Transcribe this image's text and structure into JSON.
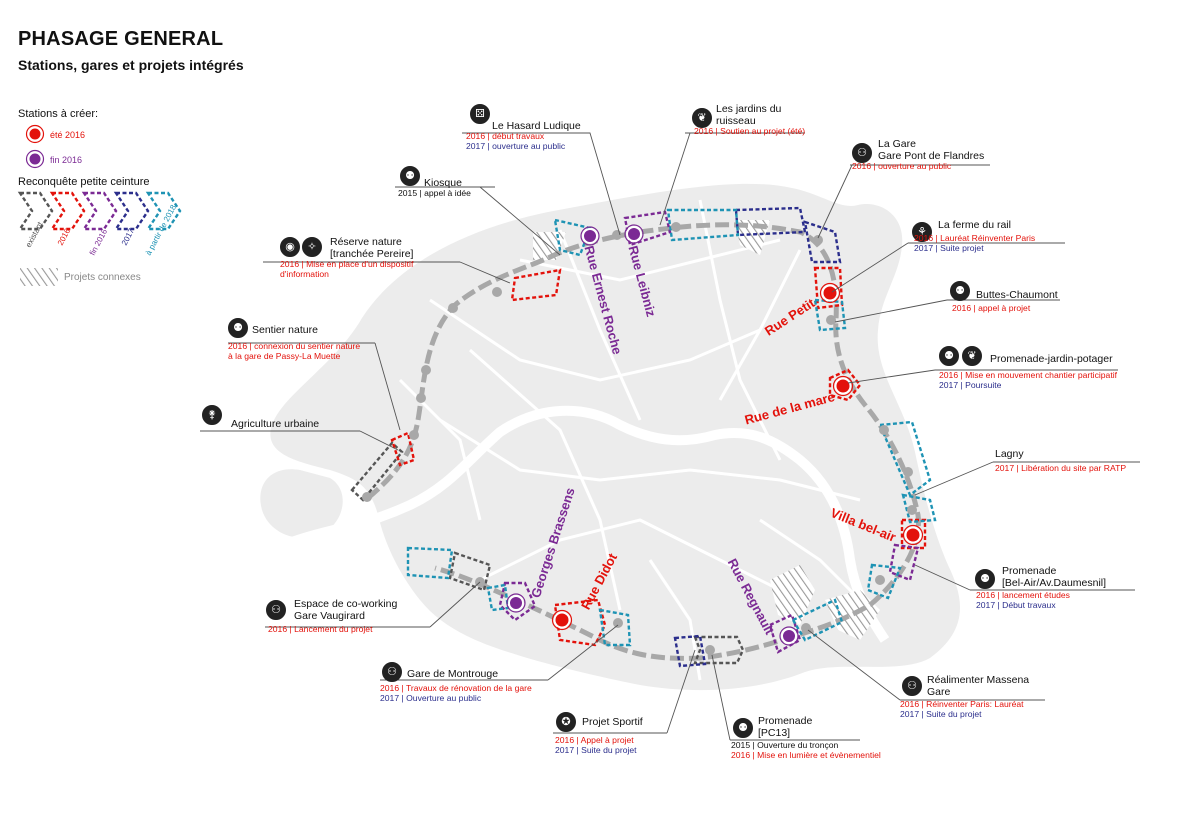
{
  "header": {
    "title": "PHASAGE GENERAL",
    "subtitle": "Stations, gares et projets intégrés"
  },
  "legend": {
    "stations_title": "Stations à créer:",
    "station_ete": "été 2016",
    "station_fin": "fin 2016",
    "ceinture_title": "Reconquête petite ceinture",
    "chev_existant": "existant",
    "chev_2016": "2016",
    "chev_fin2016": "fin 2016",
    "chev_2017": "2017",
    "chev_2018": "à partir de 2018",
    "connexes": "Projets connexes",
    "colors": {
      "existant": "#555555",
      "ete2016": "#e3120b",
      "fin2016": "#7b2a94",
      "y2017": "#2b2e8c",
      "y2018": "#1e93b4"
    }
  },
  "streets": {
    "ernest": "Rue Ernest Roche",
    "leibniz": "Rue Leibniz",
    "petit": "Rue Petit",
    "mare": "Rue de la mare",
    "villa": "Villa bel-air",
    "brassens": "Georges Brassens",
    "didot": "Rue Didot",
    "regnault": "Rue Regnault"
  },
  "projects": {
    "hasard": {
      "name": "Le Hasard Ludique",
      "l1": "2016 | début travaux",
      "l2": "2017 | ouverture au public"
    },
    "jardins": {
      "name1": "Les jardins du",
      "name2": "ruisseau",
      "l1": "2016 | Soutien au projet (été)"
    },
    "gare_pf": {
      "name1": "La Gare",
      "name2": "Gare Pont de Flandres",
      "l1": "2016 | ouverture au public"
    },
    "kiosque": {
      "name": "Kiosque",
      "l1": "2015 | appel à idée"
    },
    "reserve": {
      "name1": "Réserve nature",
      "name2": "[tranchée Pereire]",
      "l1": "2016 | Mise en place d'un dispositif",
      "l1b": "d'information"
    },
    "ferme": {
      "name": "La ferme du rail",
      "l1": "2016 | Lauréat Réinventer Paris",
      "l2": "2017 | Suite projet"
    },
    "buttes": {
      "name": "Buttes-Chaumont",
      "l1": "2016 | appel à projet"
    },
    "sentier": {
      "name": "Sentier nature",
      "l1": "2016 | connexion du sentier nature",
      "l1b": "à la gare de Passy-La Muette"
    },
    "promenade_jp": {
      "name": "Promenade-jardin-potager",
      "l1": "2016 | Mise en mouvement chantier participatif",
      "l2": "2017 | Poursuite"
    },
    "agriculture": {
      "name": "Agriculture urbaine"
    },
    "lagny": {
      "name": "Lagny",
      "l1": "2017 | Libération du site par RATP"
    },
    "promenade_ba": {
      "name1": "Promenade",
      "name2": "[Bel-Air/Av.Daumesnil]",
      "l1": "2016 | lancement études",
      "l2": "2017 | Début travaux"
    },
    "coworking": {
      "name1": "Espace de co-working",
      "name2": "Gare Vaugirard",
      "l1": "2016 | Lancement du projet"
    },
    "montrouge": {
      "name": "Gare de Montrouge",
      "l1": "2016 | Travaux de rénovation de la gare",
      "l2": "2017 | Ouverture au public"
    },
    "massena": {
      "name1": "Réalimenter Massena",
      "name2": "Gare",
      "l1": "2016 | Réinventer Paris: Lauréat",
      "l2": "2017 | Suite du projet"
    },
    "sportif": {
      "name": "Projet Sportif",
      "l1": "2016 | Appel à projet",
      "l2": "2017 | Suite du projet"
    },
    "pc13": {
      "name1": "Promenade",
      "name2": "[PC13]",
      "l1": "2015 | Ouverture du tronçon",
      "l2": "2016 | Mise en lumière et évènementiel"
    }
  },
  "icons": {
    "hasard": "dice-icon",
    "jardins": "gardener-icon",
    "gare_pf": "train-station-icon",
    "kiosque": "walkers-icon",
    "reserve": "eye-icon",
    "ferme": "farm-icon",
    "buttes": "walkers-icon",
    "sentier": "walkers-icon",
    "promenade_jp": "walkers-icon",
    "agriculture": "wheat-icon",
    "promenade_ba": "walkers-icon",
    "coworking": "train-station-icon",
    "montrouge": "train-station-icon",
    "massena": "train-station-icon",
    "sportif": "sport-icon",
    "pc13": "walkers-icon"
  }
}
